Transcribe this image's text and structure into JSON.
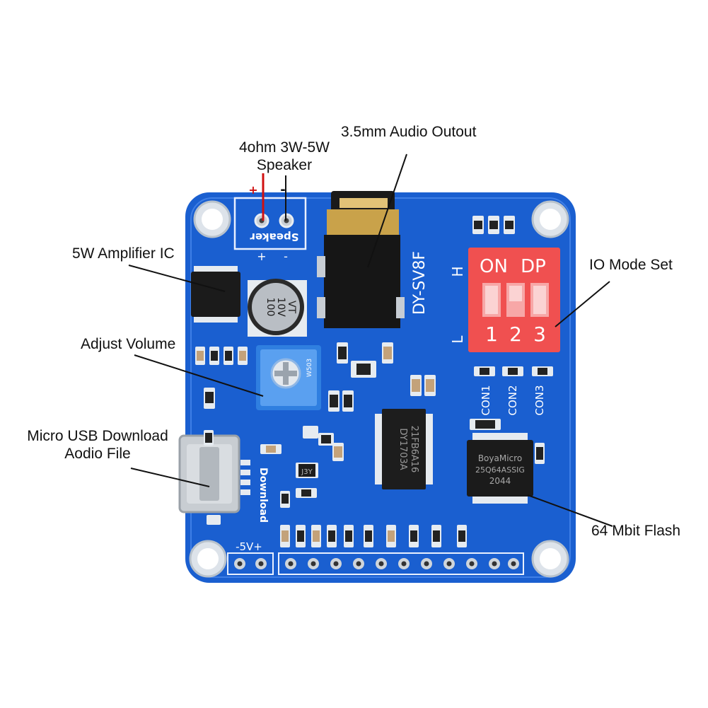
{
  "callouts": {
    "speaker_line1": "4ohm 3W-5W",
    "speaker_line2": "Speaker",
    "audio_out": "3.5mm Audio Outout",
    "amplifier": "5W Amplifier IC",
    "io_mode": "IO Mode Set",
    "volume": "Adjust Volume",
    "usb_line1": "Micro USB Download",
    "usb_line2": "Aodio File",
    "flash": "64 Mbit Flash"
  },
  "board": {
    "model": "DY-SV8F",
    "speaker_label": "Speaker",
    "plus": "+",
    "minus": "-",
    "h_mark": "H",
    "l_mark": "L",
    "dip_title_on": "ON",
    "dip_title_dp": "DP",
    "dip_1": "1",
    "dip_2": "2",
    "dip_3": "3",
    "con1": "CON1",
    "con2": "CON2",
    "con3": "CON3",
    "cap_line1": "100",
    "cap_line2": "10V",
    "cap_line3": "VT",
    "main_ic_line1": "DY1703A",
    "main_ic_line2": "21FB6A16",
    "flash_line1": "BoyaMicro",
    "flash_line2": "25Q64ASSIG",
    "flash_line3": "2044",
    "download_label": "Download",
    "power_label": "-5V+",
    "j3y": "J3Y",
    "pot_code": "W503"
  },
  "colors": {
    "pcb": "#1a5fd0",
    "dip_switch": "#f05050",
    "callout_line": "#111111",
    "speaker_plus_wire": "#d01010"
  }
}
